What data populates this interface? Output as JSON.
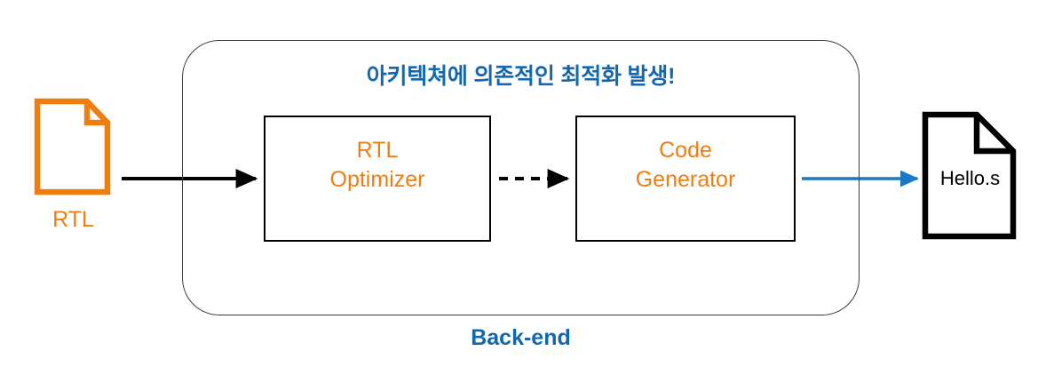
{
  "diagram": {
    "title_note": "아키텍쳐에 의존적인 최적화 발생!",
    "group_caption": "Back-end",
    "colors": {
      "accent_blue": "#1267ae",
      "arrow_blue": "#1a79c7",
      "accent_orange": "#ef7d10",
      "black": "#000000",
      "group_border": "#3c3c3c"
    },
    "nodes": [
      {
        "id": "rtl-file",
        "type": "file-icon",
        "label": "RTL",
        "color": "#ef7d10",
        "label_position": "below"
      },
      {
        "id": "rtl-optimizer",
        "type": "process-box",
        "label": "RTL\nOptimizer",
        "color": "#ef7d10"
      },
      {
        "id": "code-generator",
        "type": "process-box",
        "label": "Code\nGenerator",
        "color": "#ef7d10"
      },
      {
        "id": "hello-s-file",
        "type": "file-icon",
        "label": "Hello.s",
        "color": "#000000",
        "label_position": "inside"
      }
    ],
    "edges": [
      {
        "id": "rtl-to-optimizer",
        "from": "rtl-file",
        "to": "rtl-optimizer",
        "style": "solid",
        "color": "#000000"
      },
      {
        "id": "optimizer-to-generator",
        "from": "rtl-optimizer",
        "to": "code-generator",
        "style": "dashed",
        "color": "#000000"
      },
      {
        "id": "generator-to-hello",
        "from": "code-generator",
        "to": "hello-s-file",
        "style": "solid",
        "color": "#1a79c7"
      }
    ],
    "icons": {
      "rtl_file_icon": "file-document-icon",
      "hello_file_icon": "file-document-icon"
    }
  }
}
